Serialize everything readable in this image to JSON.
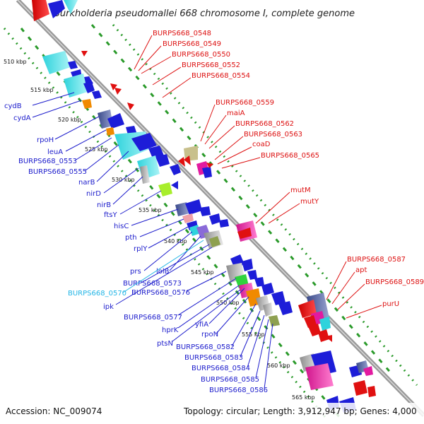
{
  "title": "Burkholderia pseudomallei 668 chromosome I, complete genome",
  "footer": {
    "accession": "Accession: NC_009074",
    "summary": "Topology: circular; Length: 3,912,947 bp; Genes: 4,000"
  },
  "ticks": [
    "510 kbp",
    "515 kbp",
    "520 kbp",
    "525 kbp",
    "530 kbp",
    "535 kbp",
    "540 kbp",
    "545 kbp",
    "550 kbp",
    "555 kbp",
    "560 kbp",
    "565 kbp"
  ],
  "colors": {
    "backbone": "#8a8a8a",
    "forward_label": "#1c1ccc",
    "reverse_label": "#dd1111",
    "highlight_label": "#22b5e6",
    "dotted_track": "#2a9a2a"
  },
  "left_labels": [
    {
      "text": "cydB",
      "color": "blue"
    },
    {
      "text": "cydA",
      "color": "blue"
    },
    {
      "text": "rpoH",
      "color": "blue"
    },
    {
      "text": "leuA",
      "color": "blue"
    },
    {
      "text": "BURPS668_0553",
      "color": "blue"
    },
    {
      "text": "BURPS668_0555",
      "color": "blue"
    },
    {
      "text": "narB",
      "color": "blue"
    },
    {
      "text": "nirD",
      "color": "blue"
    },
    {
      "text": "nirB",
      "color": "blue"
    },
    {
      "text": "ftsY",
      "color": "blue"
    },
    {
      "text": "hisC",
      "color": "blue"
    },
    {
      "text": "pth",
      "color": "blue"
    },
    {
      "text": "rplY",
      "color": "blue"
    },
    {
      "text": "prs",
      "color": "blue"
    },
    {
      "text": "lolB",
      "color": "blue"
    },
    {
      "text": "BURPS668_0573",
      "color": "blue"
    },
    {
      "text": "BURPS668_0570",
      "color": "cyan"
    },
    {
      "text": "BURPS668_0576",
      "color": "blue"
    },
    {
      "text": "ipk",
      "color": "blue"
    },
    {
      "text": "BURPS668_0577",
      "color": "blue"
    },
    {
      "text": "yfiA",
      "color": "blue"
    },
    {
      "text": "hprK",
      "color": "blue"
    },
    {
      "text": "rpoN",
      "color": "blue"
    },
    {
      "text": "ptsN",
      "color": "blue"
    },
    {
      "text": "BURPS668_0582",
      "color": "blue"
    },
    {
      "text": "BURPS668_0583",
      "color": "blue"
    },
    {
      "text": "BURPS668_0584",
      "color": "blue"
    },
    {
      "text": "BURPS668_0585",
      "color": "blue"
    },
    {
      "text": "BURPS668_0586",
      "color": "blue"
    }
  ],
  "right_labels": [
    {
      "text": "BURPS668_0548",
      "color": "red"
    },
    {
      "text": "BURPS668_0549",
      "color": "red"
    },
    {
      "text": "BURPS668_0550",
      "color": "red"
    },
    {
      "text": "BURPS668_0552",
      "color": "red"
    },
    {
      "text": "BURPS668_0554",
      "color": "red"
    },
    {
      "text": "BURPS668_0559",
      "color": "red"
    },
    {
      "text": "maiA",
      "color": "red"
    },
    {
      "text": "BURPS668_0562",
      "color": "red"
    },
    {
      "text": "BURPS668_0563",
      "color": "red"
    },
    {
      "text": "coaD",
      "color": "red"
    },
    {
      "text": "BURPS668_0565",
      "color": "red"
    },
    {
      "text": "mutM",
      "color": "red"
    },
    {
      "text": "mutY",
      "color": "red"
    },
    {
      "text": "BURPS668_0587",
      "color": "red"
    },
    {
      "text": "apt",
      "color": "red"
    },
    {
      "text": "BURPS668_0589",
      "color": "red"
    },
    {
      "text": "purU",
      "color": "red"
    }
  ]
}
